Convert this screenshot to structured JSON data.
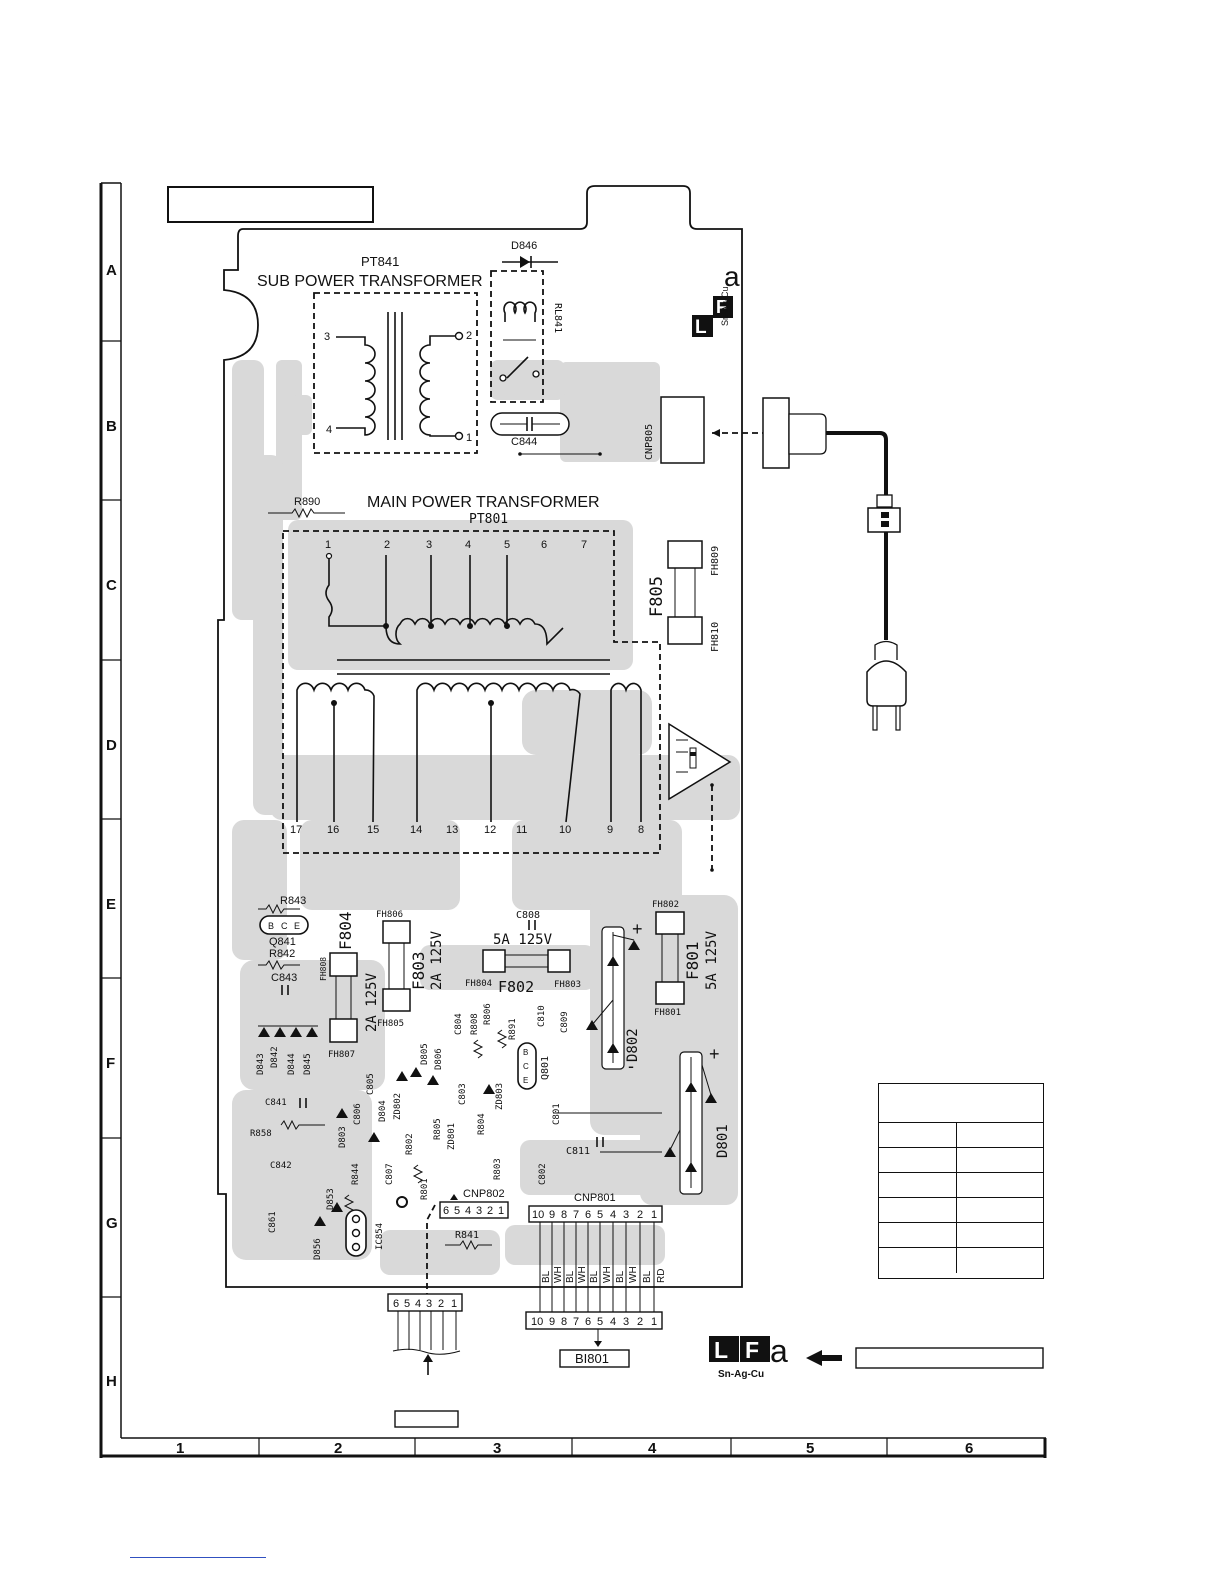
{
  "grid": {
    "rows": [
      "A",
      "B",
      "C",
      "D",
      "E",
      "F",
      "G",
      "H"
    ],
    "cols": [
      "1",
      "2",
      "3",
      "4",
      "5",
      "6"
    ]
  },
  "titles": {
    "sub_transformer": "SUB POWER TRANSFORMER",
    "sub_transformer_ref": "PT841",
    "main_transformer": "MAIN POWER TRANSFORMER",
    "main_transformer_ref": "PT801"
  },
  "pt841_pins": [
    "3",
    "4",
    "2",
    "1"
  ],
  "pt801_top_pins": [
    "1",
    "2",
    "3",
    "4",
    "5",
    "6",
    "7"
  ],
  "pt801_bottom_pins": [
    "17",
    "16",
    "15",
    "14",
    "13",
    "12",
    "11",
    "10",
    "9",
    "8"
  ],
  "refs": {
    "d846": "D846",
    "rl841": "RL841",
    "c844": "C844",
    "cnp805": "CNP805",
    "r890": "R890",
    "f805": "F805",
    "fh809": "FH809",
    "fh810": "FH810",
    "r843": "R843",
    "q841": "Q841",
    "r842": "R842",
    "c843": "C843",
    "fh808": "FH808",
    "f804": "F804",
    "f804_rating": "2A 125V",
    "fh806": "FH806",
    "f803": "F803",
    "f803_rating": "2A 125V",
    "fh805": "FH805",
    "fh807": "FH807",
    "c808": "C808",
    "f802_rating": "5A 125V",
    "fh804": "FH804",
    "f802": "F802",
    "fh803": "FH803",
    "fh802": "FH802",
    "f801": "F801",
    "f801_rating": "5A 125V",
    "fh801": "FH801",
    "d802": "D802",
    "d801": "D801",
    "c804": "C804",
    "r806": "R806",
    "r808": "R808",
    "r891": "R891",
    "c810": "C810",
    "c809": "C809",
    "q801": "Q801",
    "d843": "D843",
    "d842": "D842",
    "d844": "D844",
    "d845": "D845",
    "c805": "C805",
    "d805": "D805",
    "d806": "D806",
    "c803": "C803",
    "zd803": "ZD803",
    "c841": "C841",
    "c806": "C806",
    "d804": "D804",
    "zd802": "ZD802",
    "r858": "R858",
    "d803": "D803",
    "r802": "R802",
    "r805": "R805",
    "zd801": "ZD801",
    "r804": "R804",
    "c801": "C801",
    "c811": "C811",
    "c842": "C842",
    "c807": "C807",
    "r801": "R801",
    "r803": "R803",
    "c802": "C802",
    "r844": "R844",
    "d853": "D853",
    "c861": "C861",
    "d856": "D856",
    "ic854": "IC854",
    "cnp802": "CNP802",
    "cnp801": "CNP801",
    "r841": "R841",
    "bi801": "BI801"
  },
  "transistor_pins": [
    "B",
    "C",
    "E"
  ],
  "cnp802_pins": [
    "6",
    "5",
    "4",
    "3",
    "2",
    "1"
  ],
  "cnp801_pins": [
    "10",
    "9",
    "8",
    "7",
    "6",
    "5",
    "4",
    "3",
    "2",
    "1"
  ],
  "wire_colors": [
    "BL",
    "WH",
    "BL",
    "WH",
    "BL",
    "WH",
    "BL",
    "WH",
    "BL",
    "RD"
  ],
  "logo": {
    "big": "LFa",
    "sub": "Sn-Ag-Cu"
  },
  "ac_marks": {
    "plus": "+",
    "minus": "-"
  }
}
